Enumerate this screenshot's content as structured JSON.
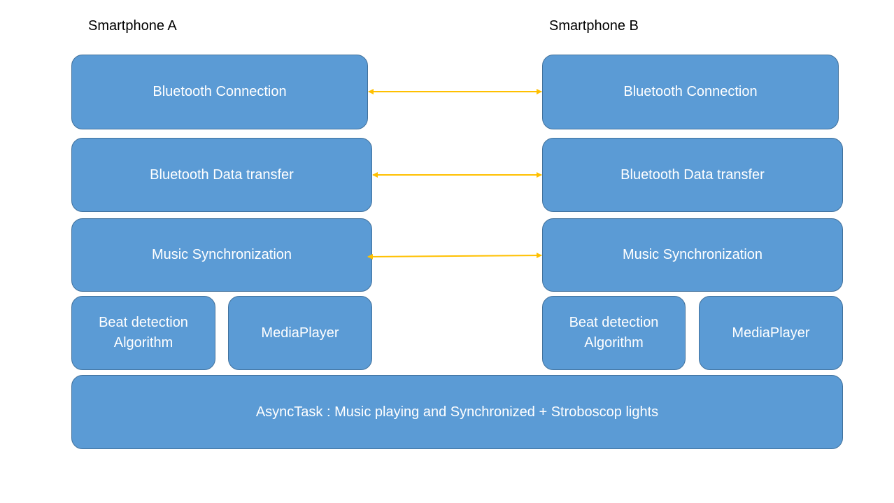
{
  "smartphone_a": {
    "title": "Smartphone A",
    "bluetooth_connection": "Bluetooth Connection",
    "bluetooth_data_transfer": "Bluetooth Data transfer",
    "music_synchronization": "Music Synchronization",
    "beat_detection_line1": "Beat detection",
    "beat_detection_line2": "Algorithm",
    "media_player": "MediaPlayer"
  },
  "smartphone_b": {
    "title": "Smartphone B",
    "bluetooth_connection": "Bluetooth Connection",
    "bluetooth_data_transfer": "Bluetooth Data transfer",
    "music_synchronization": "Music Synchronization",
    "beat_detection_line1": "Beat detection",
    "beat_detection_line2": "Algorithm",
    "media_player": "MediaPlayer"
  },
  "shared": {
    "async_task": "AsyncTask : Music playing and Synchronized + Stroboscop lights"
  },
  "colors": {
    "box_fill": "#5b9bd5",
    "box_border": "#41719c",
    "arrow": "#ffc000"
  }
}
